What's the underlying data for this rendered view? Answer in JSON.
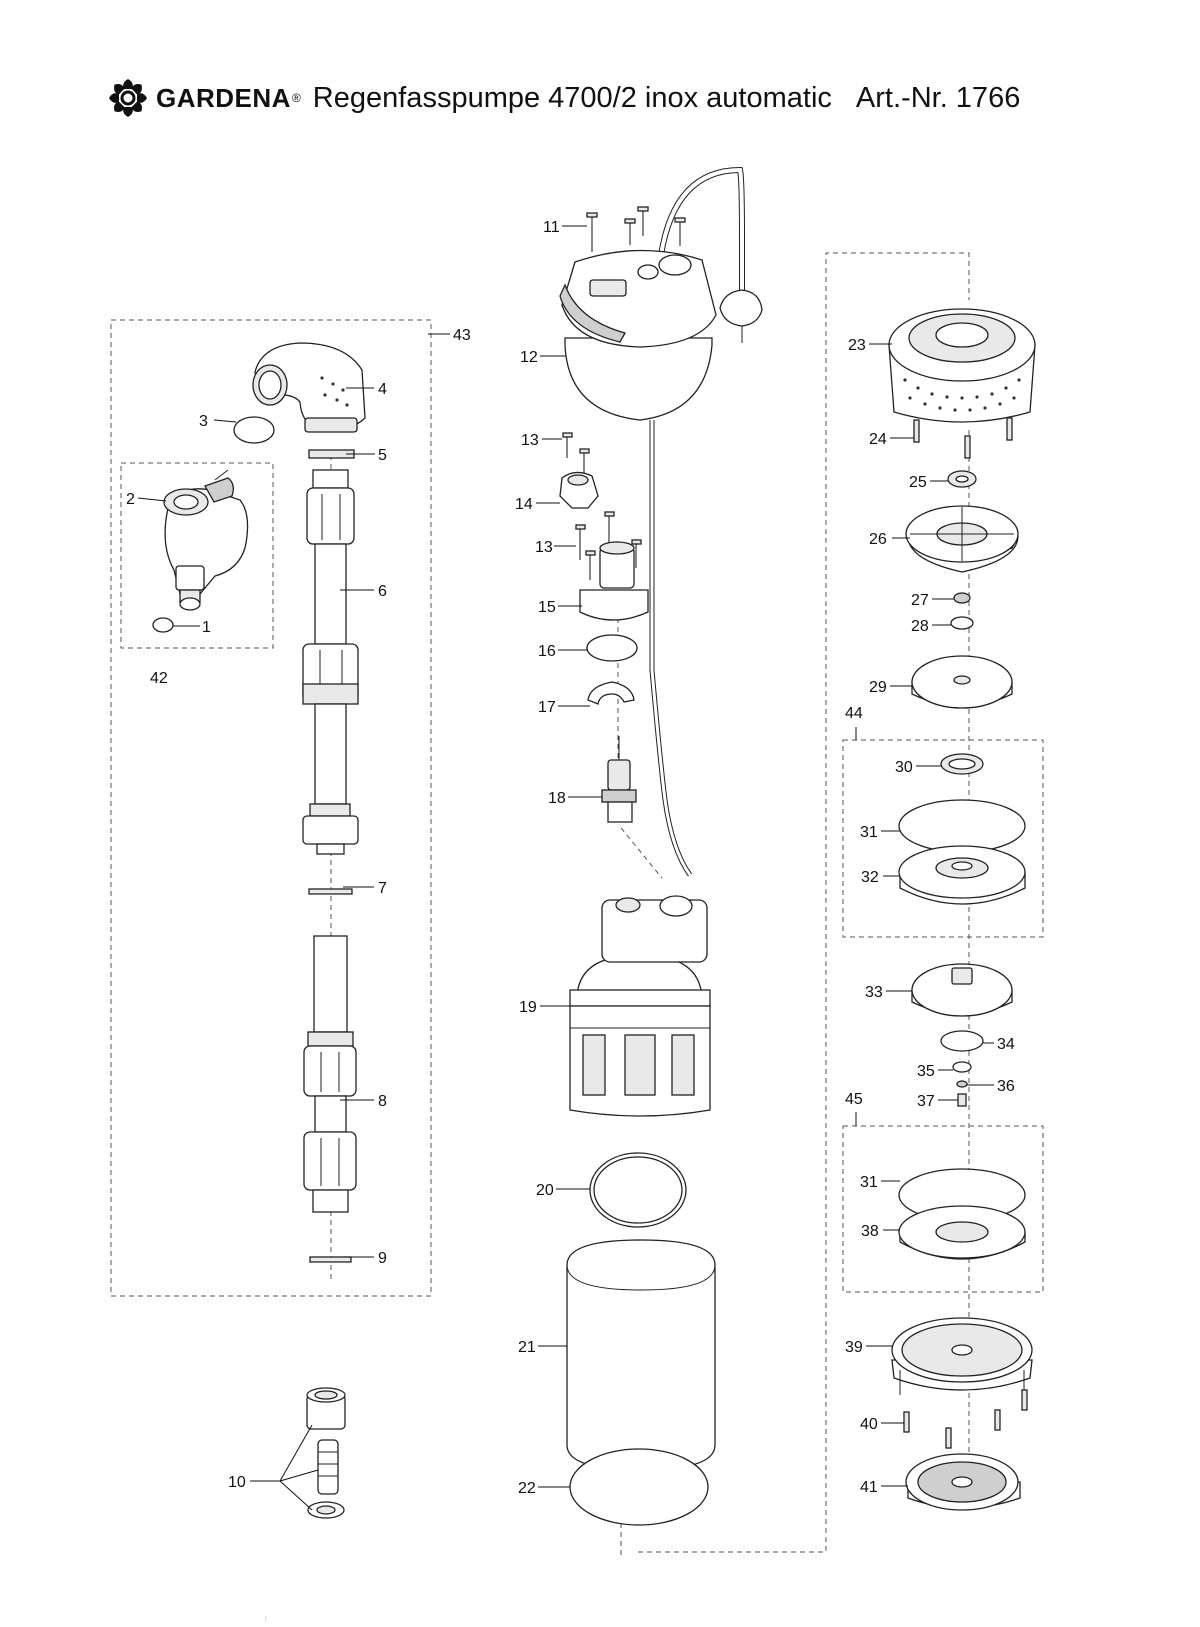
{
  "header": {
    "brand": "GARDENA",
    "registered": "®",
    "product_title": "Regenfasspumpe 4700/2 inox automatic",
    "article_number": "Art.-Nr. 1766"
  },
  "parts": {
    "p1": "1",
    "p2": "2",
    "p3": "3",
    "p4": "4",
    "p5": "5",
    "p6": "6",
    "p7": "7",
    "p8": "8",
    "p9": "9",
    "p10": "10",
    "p11": "11",
    "p12": "12",
    "p13a": "13",
    "p13b": "13",
    "p14": "14",
    "p15": "15",
    "p16": "16",
    "p17": "17",
    "p18": "18",
    "p19": "19",
    "p20": "20",
    "p21": "21",
    "p22": "22",
    "p23": "23",
    "p24": "24",
    "p25": "25",
    "p26": "26",
    "p27": "27",
    "p28": "28",
    "p29": "29",
    "p30": "30",
    "p31a": "31",
    "p31b": "31",
    "p32": "32",
    "p33": "33",
    "p34": "34",
    "p35": "35",
    "p36": "36",
    "p37": "37",
    "p38": "38",
    "p39": "39",
    "p40": "40",
    "p41": "41",
    "p42": "42",
    "p43": "43",
    "p44": "44",
    "p45": "45"
  },
  "footer_mark": "⋮",
  "icons": {
    "logo": "gardena-sun-logo"
  }
}
